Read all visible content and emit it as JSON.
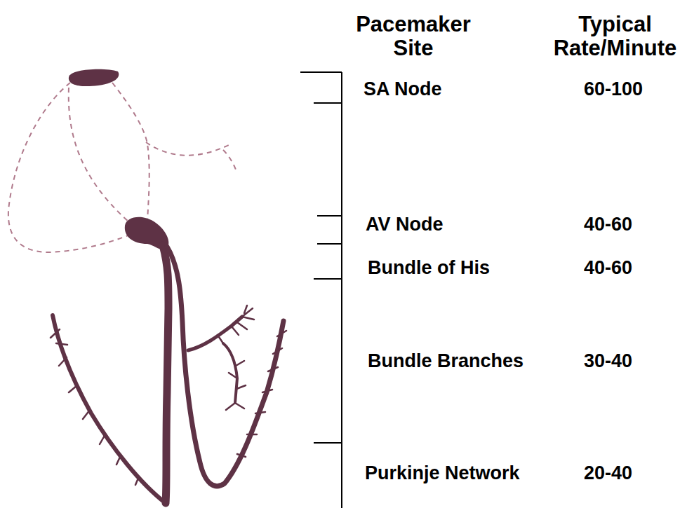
{
  "diagram": {
    "labels": [
      "Pacemaker Site",
      "Typical Rate/Minute",
      "SA Node",
      "60-100",
      "AV Node",
      "40-60",
      "Bundle of His",
      "40-60",
      "Bundle Branches",
      "30-40",
      "Purkinje Network",
      "20-40"
    ]
  }
}
